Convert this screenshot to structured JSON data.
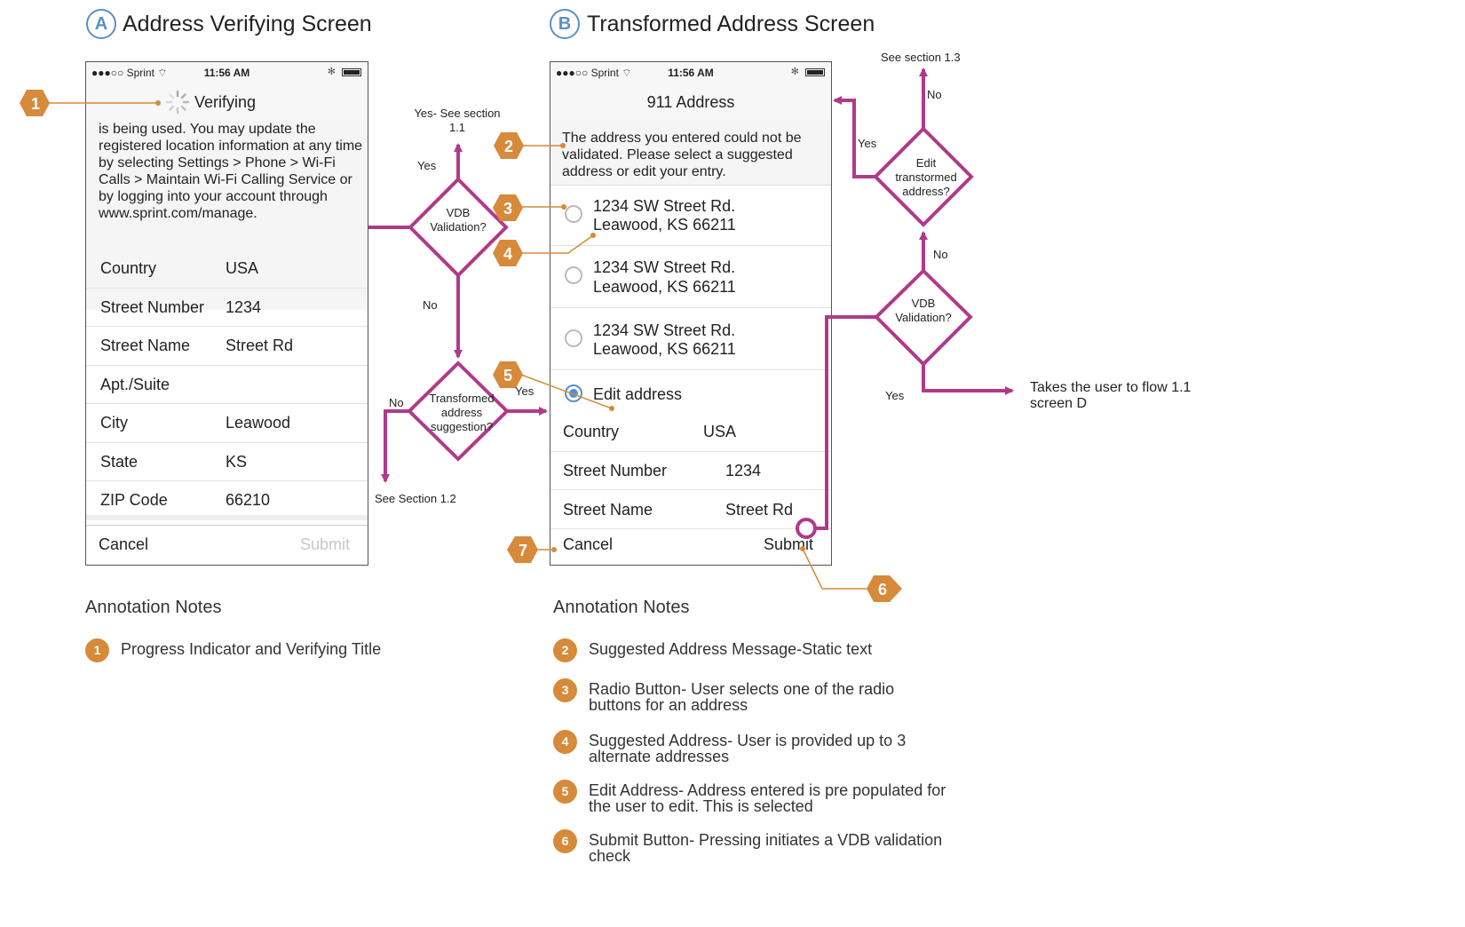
{
  "screenA": {
    "letter": "A",
    "title": "Address Verifying Screen",
    "status": {
      "carrier": "●●●○○ Sprint ⌔",
      "time": "11:56 AM"
    },
    "nav_title": "Verifying",
    "message": "is being used.   You may update the registered location information at any time by selecting Settings > Phone > Wi-Fi Calls > Maintain Wi-Fi Calling Service or by logging into your account through www.sprint.com/manage.",
    "fields": [
      {
        "label": "Country",
        "value": "USA"
      },
      {
        "label": "Street Number",
        "value": "1234"
      },
      {
        "label": "Street Name",
        "value": "Street Rd"
      },
      {
        "label": "Apt./Suite",
        "value": ""
      },
      {
        "label": "City",
        "value": "Leawood"
      },
      {
        "label": "State",
        "value": "KS"
      },
      {
        "label": "ZIP Code",
        "value": "66210"
      }
    ],
    "cancel": "Cancel",
    "submit": "Submit"
  },
  "screenB": {
    "letter": "B",
    "title": "Transformed Address Screen",
    "status": {
      "carrier": "●●●○○ Sprint ⌔",
      "time": "11:56 AM"
    },
    "nav_title": "911 Address",
    "message": "The address you entered could not be validated.  Please select a suggested address or edit your entry.",
    "suggestions": [
      {
        "line1": "1234 SW Street Rd.",
        "line2": "Leawood, KS 66211"
      },
      {
        "line1": "1234 SW Street Rd.",
        "line2": "Leawood, KS 66211"
      },
      {
        "line1": "1234 SW Street Rd.",
        "line2": "Leawood, KS 66211"
      }
    ],
    "edit_label": "Edit address",
    "fields": [
      {
        "label": "Country",
        "value": "USA"
      },
      {
        "label": "Street Number",
        "value": "1234"
      },
      {
        "label": "Street Name",
        "value": "Street Rd"
      }
    ],
    "cancel": "Cancel",
    "submit": "Submit"
  },
  "flow": {
    "vdb1": "VDB Validation?",
    "yes_see_11": "Yes- See section 1.1",
    "yes1": "Yes",
    "no1": "No",
    "transformed": "Transformed address suggestion?",
    "no2": "No",
    "yes2": "Yes",
    "see_12": "See Section 1.2",
    "see_13": "See section 1.3",
    "no_top": "No",
    "yes_top": "Yes",
    "edit_transformed": "Edit transtormed address?",
    "no_mid": "No",
    "vdb2": "VDB Validation?",
    "yes3": "Yes",
    "takes_user": "Takes the user to flow 1.1 screen D"
  },
  "badges": [
    "1",
    "2",
    "3",
    "4",
    "5",
    "6",
    "7"
  ],
  "notesA": {
    "heading": "Annotation Notes",
    "items": [
      {
        "num": "1",
        "text": "Progress Indicator and Verifying Title"
      }
    ]
  },
  "notesB": {
    "heading": "Annotation Notes",
    "items": [
      {
        "num": "2",
        "text": "Suggested Address Message-Static text"
      },
      {
        "num": "3",
        "text": "Radio Button- User selects one of the radio buttons for an address"
      },
      {
        "num": "4",
        "text": "Suggested Address- User is provided up to 3 alternate addresses"
      },
      {
        "num": "5",
        "text": "Edit Address- Address entered is pre populated for the user to edit. This is selected"
      },
      {
        "num": "6",
        "text": "Submit Button- Pressing initiates a VDB validation check"
      }
    ]
  },
  "colors": {
    "flow": "#b03a8a",
    "annotation": "#d68a3a",
    "accent": "#5b8fc9"
  },
  "icons": [
    "spinner-icon",
    "wifi-icon",
    "bluetooth-icon",
    "battery-icon",
    "radio-icon",
    "arrow-icon"
  ]
}
